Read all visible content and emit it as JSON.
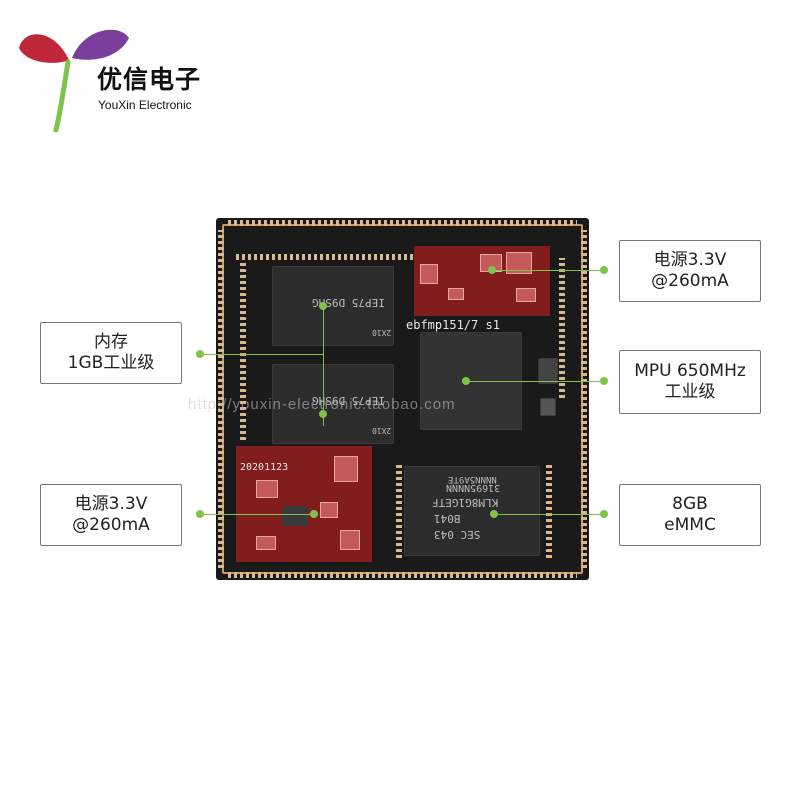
{
  "logo": {
    "name": "优信电子",
    "subtitle": "YouXin Electronic"
  },
  "board": {
    "silkscreen_top": "ebfmp151/7 s1",
    "silkscreen_date": "20201123",
    "ram_chip_text": "IEP75 D9SHG",
    "ram_chip_code": "2X10",
    "emmc_text_lines": [
      "31695NNNN",
      "KLM8G1GETF",
      "B041",
      "SEC 043"
    ],
    "emmc_code": "NNNN5A9TE"
  },
  "callouts": {
    "power_top": [
      "电源3.3V",
      "@260mA"
    ],
    "memory": [
      "内存",
      "1GB工业级"
    ],
    "mpu": [
      "MPU 650MHz",
      "工业级"
    ],
    "power_bottom": [
      "电源3.3V",
      "@260mA"
    ],
    "storage": [
      "8GB",
      "eMMC"
    ]
  },
  "watermark": "http://youxin-electronic.taobao.com",
  "colors": {
    "accent": "#7ec34a",
    "board": "#1a1a1a",
    "highlight": "#8b1d1d"
  }
}
